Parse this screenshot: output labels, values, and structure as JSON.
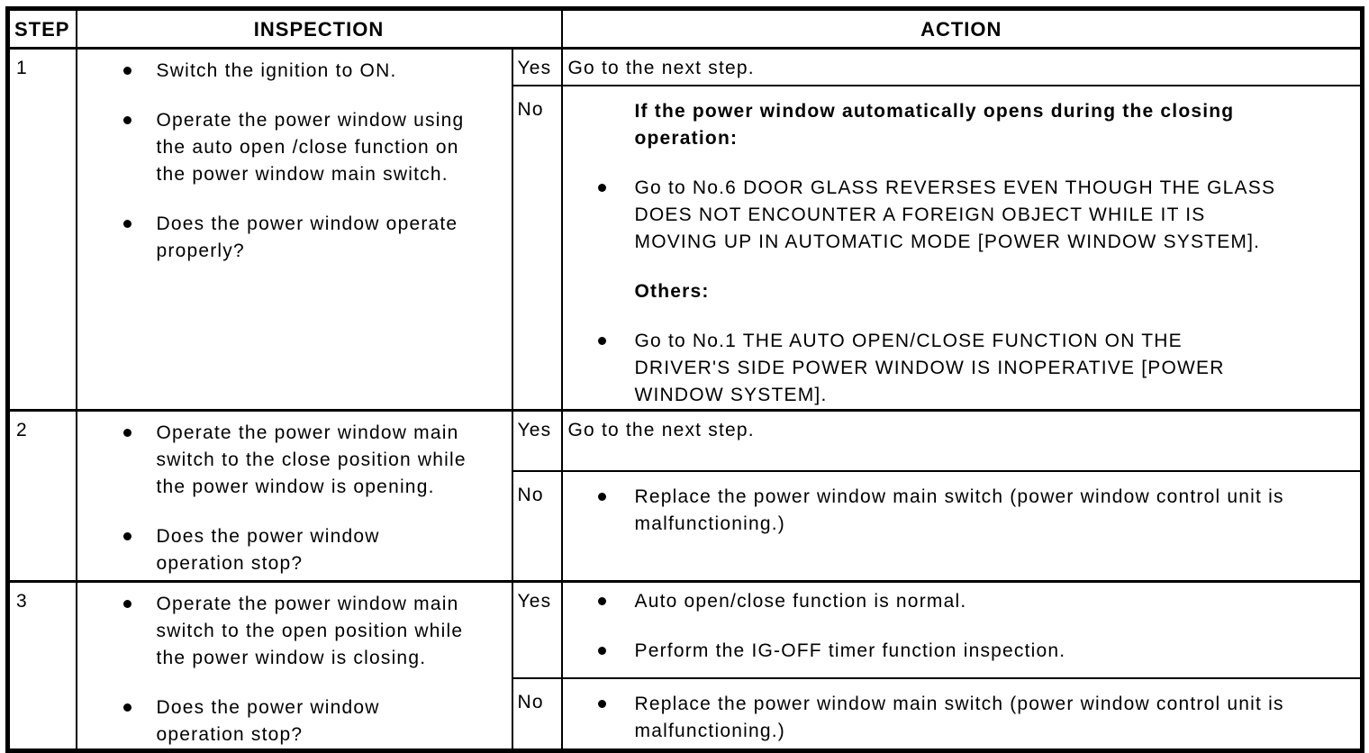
{
  "table": {
    "headers": {
      "step": "STEP",
      "inspection": "INSPECTION",
      "action": "ACTION"
    },
    "labels": {
      "yes": "Yes",
      "no": "No"
    },
    "rows": [
      {
        "step": "1",
        "inspection": [
          "Switch the ignition to ON.",
          "Operate the power window using\nthe auto open /close function on\nthe power window main switch.",
          "Does the power window operate\nproperly?"
        ],
        "yes": "Go to the next step.",
        "no_heading_1": "If the power window automatically opens during the closing\noperation:",
        "no_bullet_1": "Go to No.6 DOOR GLASS REVERSES EVEN THOUGH THE GLASS\nDOES NOT ENCOUNTER A FOREIGN OBJECT WHILE IT IS\nMOVING UP IN AUTOMATIC MODE [POWER WINDOW SYSTEM].",
        "no_heading_2": "Others:",
        "no_bullet_2": "Go to No.1 THE AUTO OPEN/CLOSE FUNCTION ON THE\nDRIVER'S SIDE POWER WINDOW IS INOPERATIVE [POWER\nWINDOW SYSTEM]."
      },
      {
        "step": "2",
        "inspection": [
          "Operate the power window main\nswitch to the close position while\nthe power window is opening.",
          "Does the power window\noperation stop?"
        ],
        "yes": "Go to the next step.",
        "no_bullet": "Replace the power window main switch (power window control unit is\nmalfunctioning.)"
      },
      {
        "step": "3",
        "inspection": [
          "Operate the power window main\nswitch to the open position while\nthe power window is closing.",
          "Does the power window\noperation stop?"
        ],
        "yes_bullets": [
          "Auto open/close function is normal.",
          "Perform the IG-OFF timer function inspection."
        ],
        "no_bullet": "Replace the power window main switch (power window control unit is\nmalfunctioning.)"
      }
    ]
  }
}
